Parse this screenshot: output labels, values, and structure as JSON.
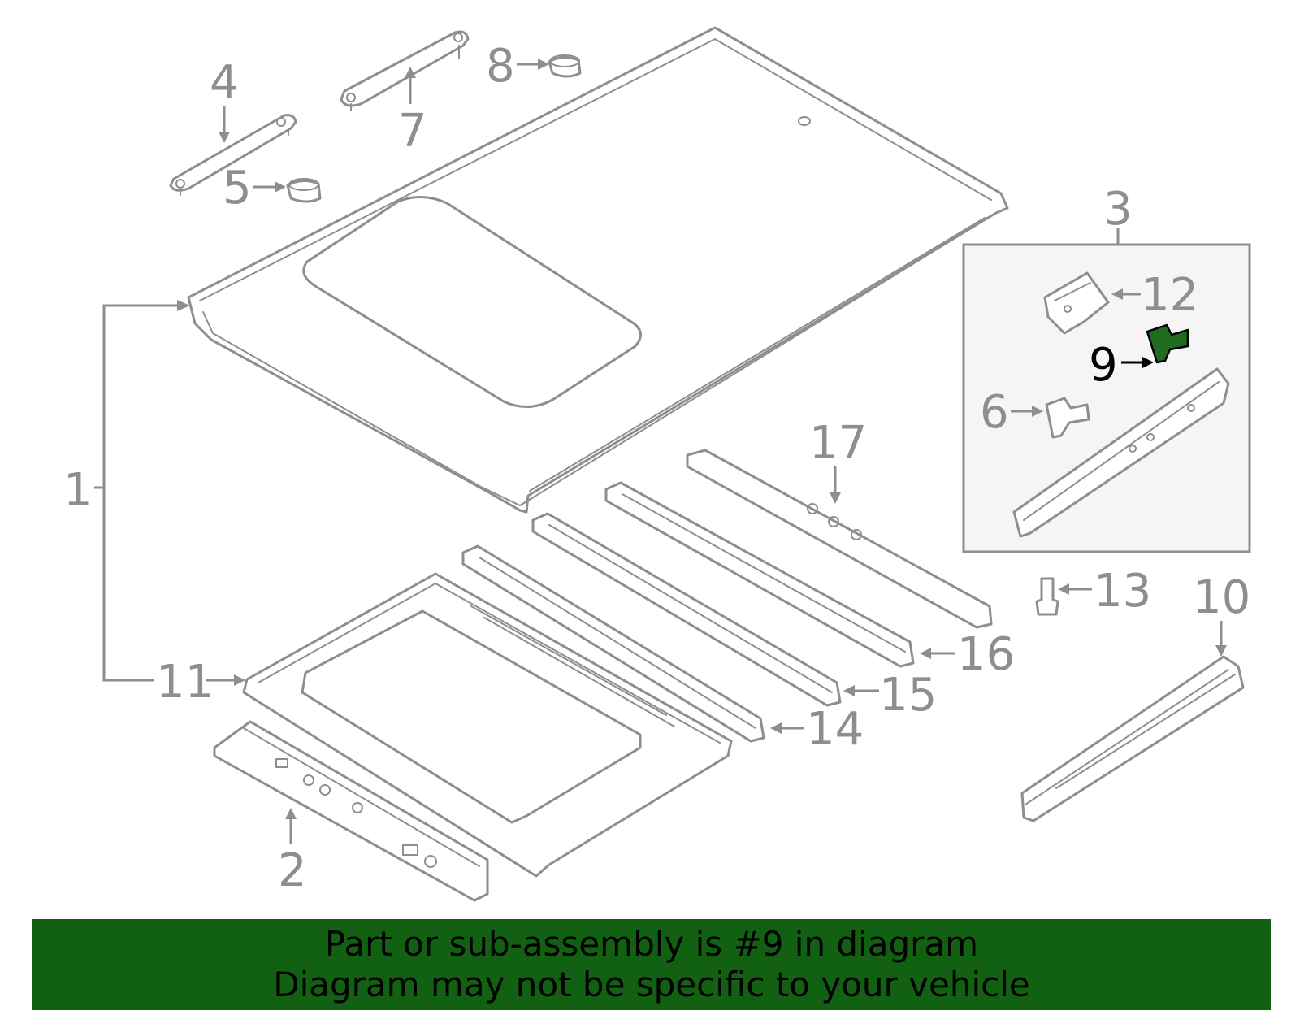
{
  "diagram": {
    "callouts": {
      "c1": "1",
      "c2": "2",
      "c3": "3",
      "c4": "4",
      "c5": "5",
      "c6": "6",
      "c7": "7",
      "c8": "8",
      "c9": "9",
      "c10": "10",
      "c11": "11",
      "c12": "12",
      "c13": "13",
      "c14": "14",
      "c15": "15",
      "c16": "16",
      "c17": "17"
    },
    "highlighted_part": "9",
    "highlight_color": "#1f6b1f",
    "line_color": "#8e8e8e"
  },
  "banner": {
    "line1": "Part or sub-assembly is #9 in diagram",
    "line2": "Diagram may not be specific to your vehicle",
    "background": "#126012"
  }
}
